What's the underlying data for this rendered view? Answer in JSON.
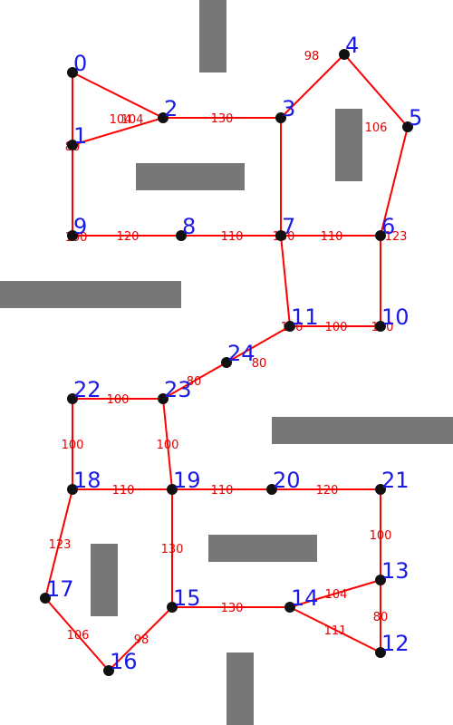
{
  "colors": {
    "edge": "#ff0000",
    "edge_label": "#e60000",
    "node_fill": "#111111",
    "node_label": "#1a1ae6",
    "obstacle": "#777777",
    "background": "#ffffff"
  },
  "nodes": [
    {
      "id": "0",
      "label": "0"
    },
    {
      "id": "1",
      "label": "1"
    },
    {
      "id": "2",
      "label": "2"
    },
    {
      "id": "3",
      "label": "3"
    },
    {
      "id": "4",
      "label": "4"
    },
    {
      "id": "5",
      "label": "5"
    },
    {
      "id": "6",
      "label": "6"
    },
    {
      "id": "7",
      "label": "7"
    },
    {
      "id": "8",
      "label": "8"
    },
    {
      "id": "9",
      "label": "9"
    },
    {
      "id": "10",
      "label": "10"
    },
    {
      "id": "11",
      "label": "11"
    },
    {
      "id": "12",
      "label": "12"
    },
    {
      "id": "13",
      "label": "13"
    },
    {
      "id": "14",
      "label": "14"
    },
    {
      "id": "15",
      "label": "15"
    },
    {
      "id": "16",
      "label": "16"
    },
    {
      "id": "17",
      "label": "17"
    },
    {
      "id": "18",
      "label": "18"
    },
    {
      "id": "19",
      "label": "19"
    },
    {
      "id": "20",
      "label": "20"
    },
    {
      "id": "21",
      "label": "21"
    },
    {
      "id": "22",
      "label": "22"
    },
    {
      "id": "23",
      "label": "23"
    },
    {
      "id": "24",
      "label": "24"
    }
  ],
  "edges": [
    {
      "from": "0",
      "to": "1",
      "weight_labels": [
        "80"
      ]
    },
    {
      "from": "0",
      "to": "2",
      "weight_labels": [
        "104"
      ]
    },
    {
      "from": "1",
      "to": "2",
      "weight_labels": [
        "104"
      ]
    },
    {
      "from": "1",
      "to": "9",
      "weight_labels": [
        "100"
      ]
    },
    {
      "from": "2",
      "to": "3",
      "weight_labels": [
        "130"
      ]
    },
    {
      "from": "3",
      "to": "4",
      "weight_labels": [
        "98"
      ]
    },
    {
      "from": "3",
      "to": "7",
      "weight_labels": [
        "130"
      ]
    },
    {
      "from": "4",
      "to": "5",
      "weight_labels": [
        "106"
      ]
    },
    {
      "from": "5",
      "to": "6",
      "weight_labels": [
        "123"
      ]
    },
    {
      "from": "9",
      "to": "8",
      "weight_labels": [
        "120"
      ]
    },
    {
      "from": "8",
      "to": "7",
      "weight_labels": [
        "110"
      ]
    },
    {
      "from": "7",
      "to": "6",
      "weight_labels": [
        "110"
      ]
    },
    {
      "from": "6",
      "to": "10",
      "weight_labels": []
    },
    {
      "from": "7",
      "to": "11",
      "weight_labels": []
    },
    {
      "from": "11",
      "to": "10",
      "weight_labels": [
        "100",
        "100",
        "100"
      ]
    },
    {
      "from": "11",
      "to": "24",
      "weight_labels": []
    },
    {
      "from": "24",
      "to": "23",
      "weight_labels": [
        "80",
        "80"
      ]
    },
    {
      "from": "22",
      "to": "23",
      "weight_labels": [
        "100"
      ]
    },
    {
      "from": "22",
      "to": "18",
      "weight_labels": [
        "100"
      ]
    },
    {
      "from": "23",
      "to": "19",
      "weight_labels": [
        "100"
      ]
    },
    {
      "from": "18",
      "to": "19",
      "weight_labels": [
        "110"
      ]
    },
    {
      "from": "19",
      "to": "20",
      "weight_labels": [
        "110"
      ]
    },
    {
      "from": "20",
      "to": "21",
      "weight_labels": [
        "120"
      ]
    },
    {
      "from": "21",
      "to": "13",
      "weight_labels": [
        "100"
      ]
    },
    {
      "from": "13",
      "to": "12",
      "weight_labels": [
        "80"
      ]
    },
    {
      "from": "14",
      "to": "13",
      "weight_labels": [
        "104"
      ]
    },
    {
      "from": "14",
      "to": "12",
      "weight_labels": [
        "111"
      ]
    },
    {
      "from": "15",
      "to": "14",
      "weight_labels": [
        "130"
      ]
    },
    {
      "from": "19",
      "to": "15",
      "weight_labels": [
        "130"
      ]
    },
    {
      "from": "15",
      "to": "16",
      "weight_labels": [
        "98"
      ]
    },
    {
      "from": "16",
      "to": "17",
      "weight_labels": [
        "106"
      ]
    },
    {
      "from": "17",
      "to": "18",
      "weight_labels": [
        "123"
      ]
    }
  ]
}
